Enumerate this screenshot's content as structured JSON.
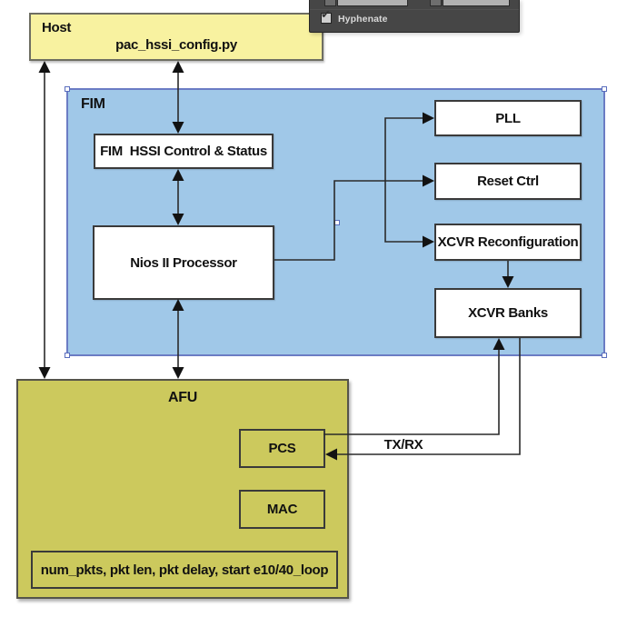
{
  "colors": {
    "host_fill": "#F8F2A0",
    "fim_fill": "#A0C8E8",
    "afu_fill": "#CCC95D",
    "selection_outline": "#6B7CC4",
    "panel_bg": "#464646",
    "wire": "#2a2a2a"
  },
  "panel": {
    "hyphenate_label": "Hyphenate",
    "checkbox_checked": true,
    "check_icon": "✔"
  },
  "diagram": {
    "host": {
      "title": "Host",
      "script": "pac_hssi_config.py"
    },
    "fim": {
      "title": "FIM",
      "hssi_ctrl": "FIM  HSSI Control & Status",
      "nios": "Nios II Processor",
      "pll": "PLL",
      "reset": "Reset Ctrl",
      "xcvr_reconfig": "XCVR Reconfiguration",
      "xcvr_banks": "XCVR Banks"
    },
    "afu": {
      "title": "AFU",
      "pcs": "PCS",
      "mac": "MAC",
      "params": "num_pkts, pkt len, pkt delay, start e10/40_loop"
    },
    "txrx_label": "TX/RX"
  }
}
